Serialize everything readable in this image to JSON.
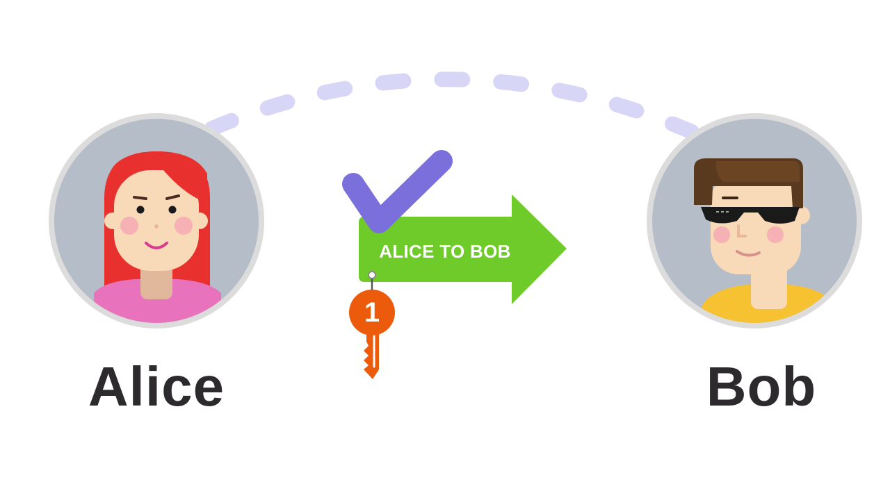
{
  "people": {
    "sender": {
      "name": "Alice"
    },
    "receiver": {
      "name": "Bob"
    }
  },
  "message": {
    "label": "ALICE TO BOB"
  },
  "key": {
    "label": "1"
  },
  "colors": {
    "background": "#ffffff",
    "avatar_ring": "#dcdcdc",
    "avatar_bg": "#b5bdc8",
    "message_arrow": "#6ecb2a",
    "checkmark": "#7b6fdc",
    "key": "#ec5a0c",
    "dashed_arc": "#d8d6f6",
    "alice_hair": "#e8302e",
    "alice_shirt": "#e873bc",
    "bob_hair": "#5a3a1e",
    "bob_shirt": "#f7c231",
    "skin": "#f8d9b8",
    "text": "#2d2a2e"
  }
}
